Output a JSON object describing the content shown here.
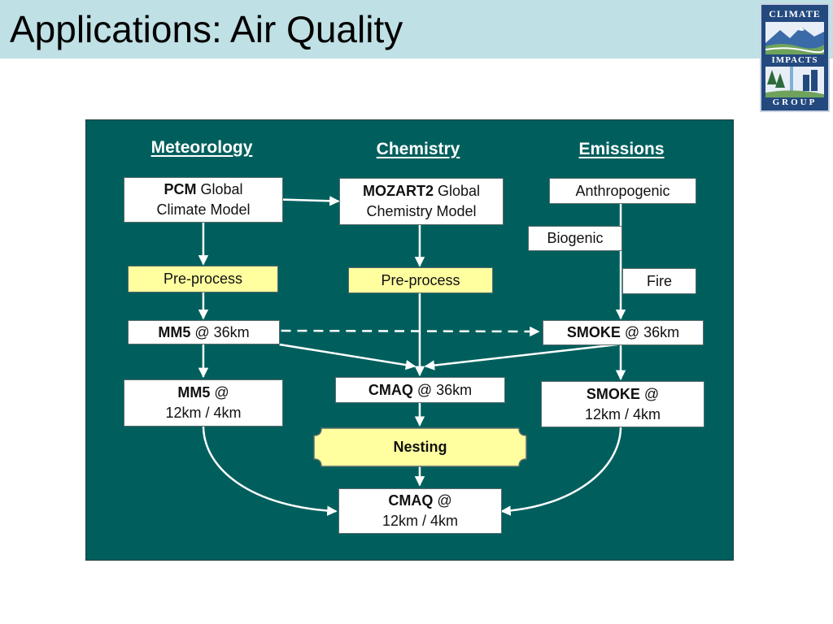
{
  "slide": {
    "title": "Applications: Air Quality",
    "logo": {
      "line1": "CLIMATE",
      "line2": "IMPACTS",
      "line3": "GROUP"
    }
  },
  "diagram": {
    "headings": {
      "meteorology": "Meteorology",
      "chemistry": "Chemistry",
      "emissions": "Emissions"
    },
    "nodes": {
      "pcm": {
        "bold": "PCM",
        "text": " Global",
        "line2": "Climate Model"
      },
      "mozart2": {
        "bold": "MOZART2",
        "text": " Global",
        "line2": "Chemistry Model"
      },
      "anthropogenic": "Anthropogenic",
      "biogenic": "Biogenic",
      "fire": "Fire",
      "preprocess_met": "Pre-process",
      "preprocess_chem": "Pre-process",
      "mm5_36": {
        "bold": "MM5",
        "text": " @ 36km"
      },
      "smoke_36": {
        "bold": "SMOKE",
        "text": " @ 36km"
      },
      "mm5_12": {
        "bold": "MM5",
        "text": " @",
        "line2": "12km / 4km"
      },
      "cmaq_36": {
        "bold": "CMAQ",
        "text": " @ 36km"
      },
      "smoke_12": {
        "bold": "SMOKE",
        "text": " @",
        "line2": "12km / 4km"
      },
      "nesting": "Nesting",
      "cmaq_12": {
        "bold": "CMAQ",
        "text": " @",
        "line2": "12km / 4km"
      }
    },
    "colors": {
      "background": "#005f5d",
      "box": "#ffffff",
      "highlight": "#ffffa0",
      "arrow": "#ffffff"
    }
  }
}
